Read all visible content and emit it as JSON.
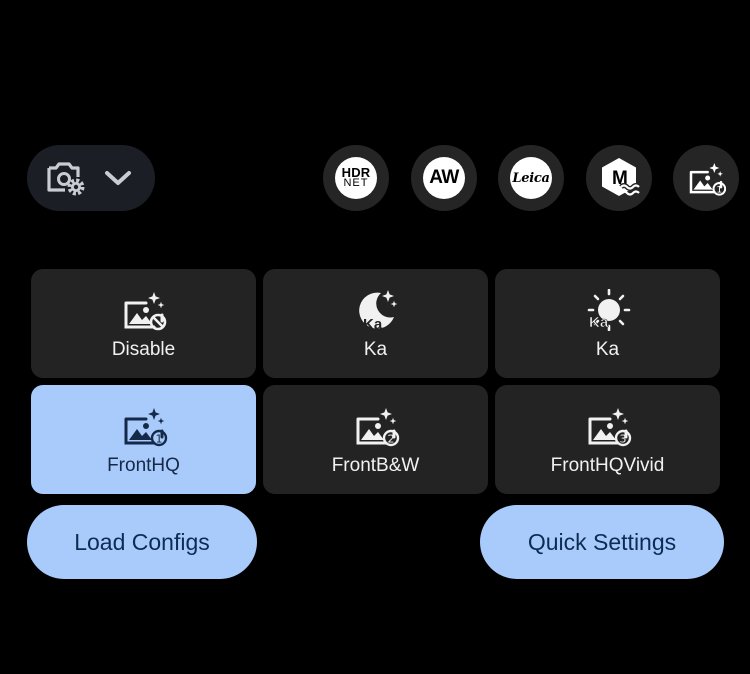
{
  "camera_selector": {
    "icon": "camera-settings-icon",
    "expand_icon": "chevron-down-icon"
  },
  "modes": [
    {
      "id": "hdr-net",
      "line1": "HDR",
      "line2": "NET"
    },
    {
      "id": "aw",
      "label": "AW"
    },
    {
      "id": "leica",
      "label": "Leica"
    },
    {
      "id": "m-waves",
      "label": "M"
    },
    {
      "id": "front-hq",
      "icon": "image-sparkle-1-icon"
    }
  ],
  "tiles": [
    {
      "label": "Disable",
      "icon": "image-disabled-icon",
      "active": false
    },
    {
      "label": "Ka",
      "icon": "night-moon-ka-icon",
      "active": false
    },
    {
      "label": "Ka",
      "icon": "sun-ka-icon",
      "active": false
    },
    {
      "label": "FrontHQ",
      "icon": "image-sparkle-1-icon",
      "active": true
    },
    {
      "label": "FrontB&W",
      "icon": "image-sparkle-2-icon",
      "active": false
    },
    {
      "label": "FrontHQVivid",
      "icon": "image-sparkle-3-icon",
      "active": false
    }
  ],
  "buttons": {
    "load_configs": "Load Configs",
    "quick_settings": "Quick Settings"
  },
  "colors": {
    "background": "#000000",
    "tile": "#222322",
    "accent": "#a9cbfc",
    "accent_text": "#0d2c54"
  }
}
